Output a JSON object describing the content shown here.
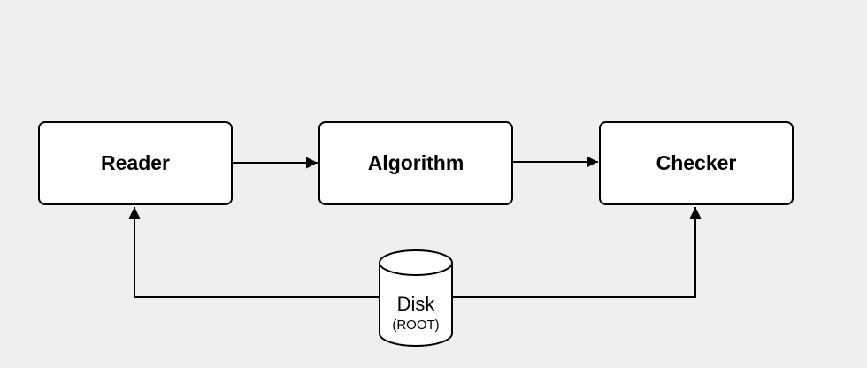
{
  "diagram": {
    "nodes": [
      {
        "id": "reader",
        "label": "Reader"
      },
      {
        "id": "algorithm",
        "label": "Algorithm"
      },
      {
        "id": "checker",
        "label": "Checker"
      }
    ],
    "database": {
      "label": "Disk",
      "sublabel": "(ROOT)"
    },
    "edges": [
      {
        "from": "reader",
        "to": "algorithm"
      },
      {
        "from": "algorithm",
        "to": "checker"
      },
      {
        "from": "disk",
        "to": "reader"
      },
      {
        "from": "disk",
        "to": "checker"
      }
    ]
  }
}
